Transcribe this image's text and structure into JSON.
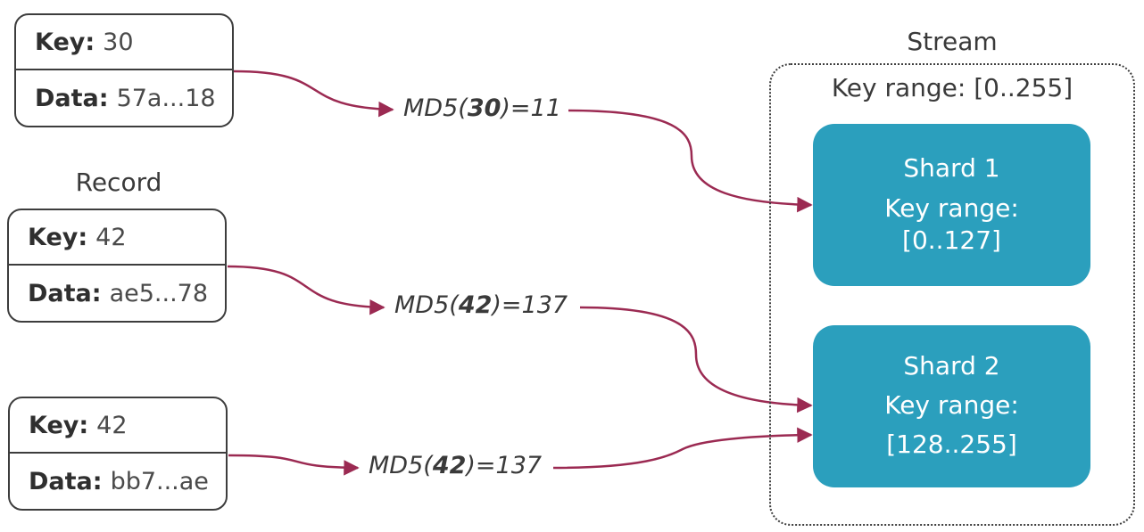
{
  "records": [
    {
      "key_label": "Key:",
      "key": "30",
      "data_label": "Data:",
      "data": "57a...18"
    },
    {
      "key_label": "Key:",
      "key": "42",
      "data_label": "Data:",
      "data": "ae5...78"
    },
    {
      "key_label": "Key:",
      "key": "42",
      "data_label": "Data:",
      "data": "bb7...ae"
    }
  ],
  "record_caption": "Record",
  "hashes": [
    {
      "fn_open": "MD5(",
      "arg": "30",
      "close_result": ")=11"
    },
    {
      "fn_open": "MD5(",
      "arg": "42",
      "close_result": ")=137"
    },
    {
      "fn_open": "MD5(",
      "arg": "42",
      "close_result": ")=137"
    }
  ],
  "stream": {
    "title": "Stream",
    "key_range": "Key range: [0..255]"
  },
  "shards": [
    {
      "name": "Shard 1",
      "key_range_label": "Key range:",
      "key_range": "[0..127]"
    },
    {
      "name": "Shard 2",
      "key_range_label": "Key range:",
      "key_range": "[128..255]"
    }
  ],
  "colors": {
    "arrow": "#9b2a52",
    "shard_fill": "#2b9fbd",
    "border": "#3d3d3d"
  }
}
